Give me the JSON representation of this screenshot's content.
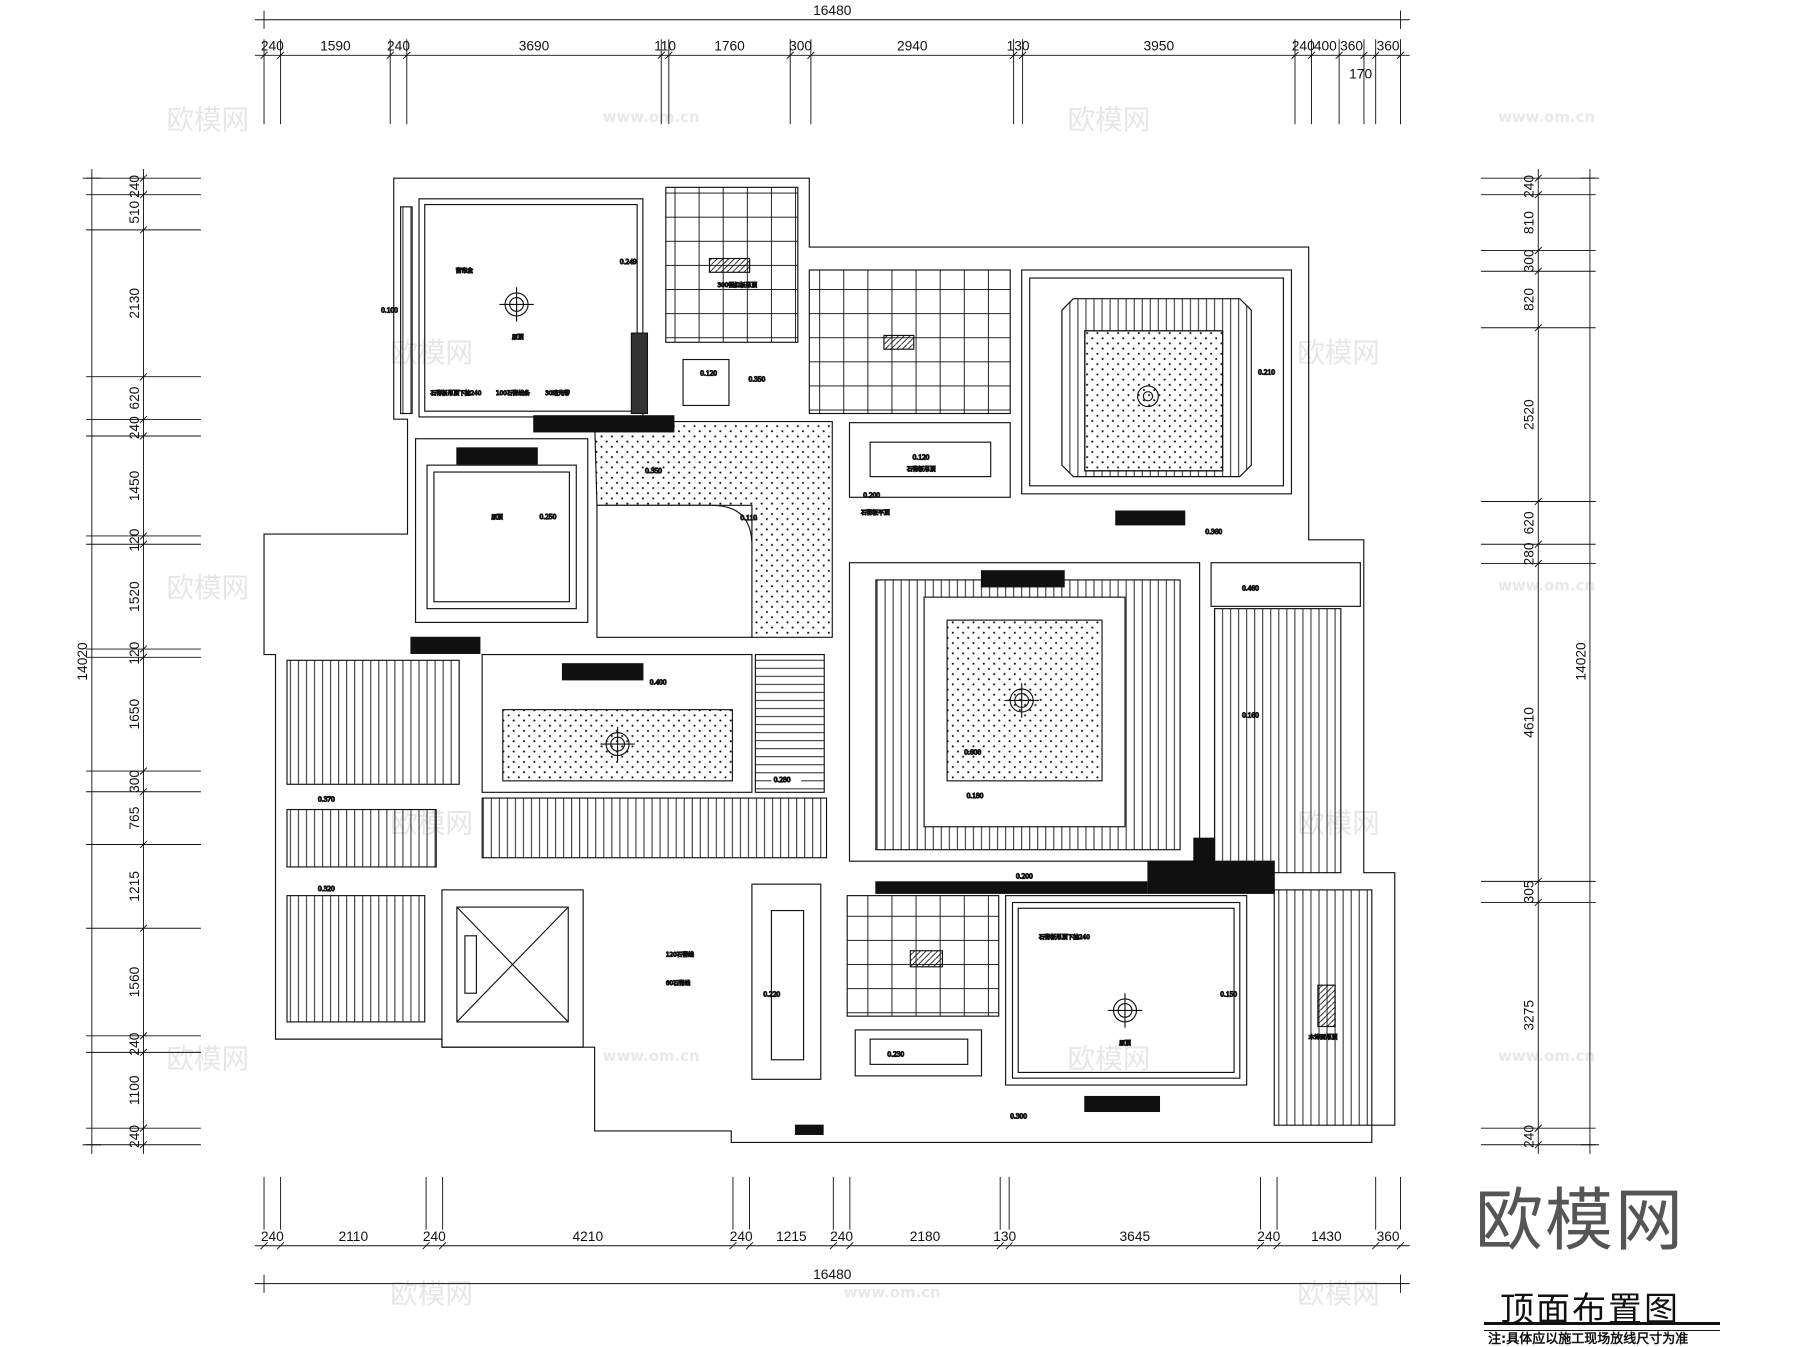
{
  "drawing": {
    "title": "顶面布置图",
    "note": "注:具体应以施工现场放线尺寸为准",
    "brand": "欧模网",
    "watermark_text": "欧模网",
    "watermark_url": "www.om.cn"
  },
  "dimensions": {
    "top_total": "16480",
    "top": [
      240,
      1590,
      240,
      3690,
      110,
      1760,
      300,
      2940,
      130,
      3950,
      240,
      400,
      360,
      170,
      360
    ],
    "bottom_total": "16480",
    "bottom": [
      240,
      2110,
      240,
      4210,
      240,
      1215,
      240,
      2180,
      130,
      3645,
      240,
      1430,
      360
    ],
    "left_total": "14020",
    "left": [
      240,
      510,
      2130,
      620,
      240,
      1450,
      120,
      1520,
      120,
      1650,
      300,
      765,
      1215,
      1560,
      240,
      1100,
      240
    ],
    "right_total": "14020",
    "right": [
      240,
      810,
      300,
      820,
      2520,
      620,
      280,
      4610,
      305,
      3275,
      240
    ]
  },
  "labels": {
    "original_ceiling": "原顶",
    "gypsum_ceiling": "石膏板吊顶",
    "alu_ceiling": "300铝扣板吊顶",
    "gypsum_drop": "石膏板吊顶下挂240",
    "line_100": "100石膏线条",
    "light_trough": "30暗光带",
    "curtain_box": "窗帘盒",
    "gypsum_line_60": "60石膏线",
    "gypsum_line_120": "120石膏线",
    "wood_ceiling": "木饰面吊顶",
    "flat_ceiling": "石膏板平顶"
  },
  "levels": {
    "l0249": "0.249",
    "l0100": "0.100",
    "l0120": "0.120",
    "l0350": "0.350",
    "l0350b": "0.350",
    "l0360": "0.360",
    "l0110": "0.110",
    "l0210": "0.210",
    "l0200": "0.200",
    "l0250": "0.250",
    "l0400": "0.400",
    "l0460": "0.460",
    "l0600": "0.600",
    "l0180": "0.180",
    "l0370": "0.370",
    "l0320": "0.320",
    "l0300": "0.300",
    "l0150": "0.150",
    "l0220": "0.220",
    "l0230": "0.230",
    "l0160": "0.160",
    "l0280": "0.280"
  }
}
